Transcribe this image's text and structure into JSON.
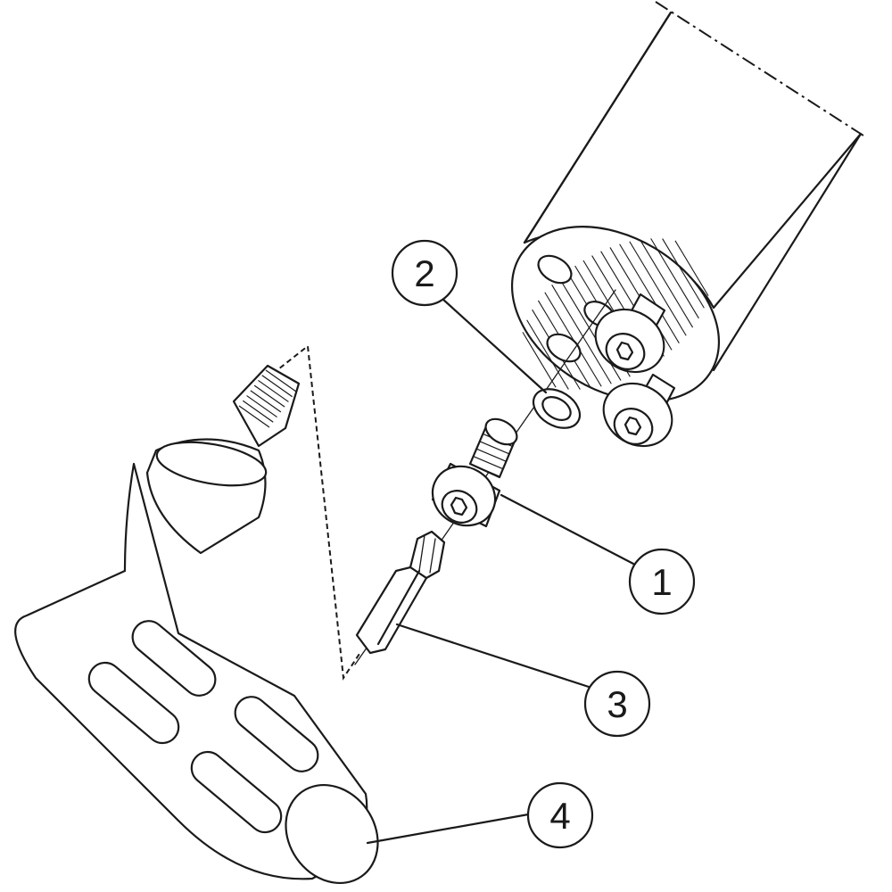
{
  "callouts": [
    {
      "id": "1",
      "label": "1"
    },
    {
      "id": "2",
      "label": "2"
    },
    {
      "id": "3",
      "label": "3"
    },
    {
      "id": "4",
      "label": "4"
    }
  ],
  "colors": {
    "line": "#1a1a1a",
    "background": "#ffffff"
  }
}
